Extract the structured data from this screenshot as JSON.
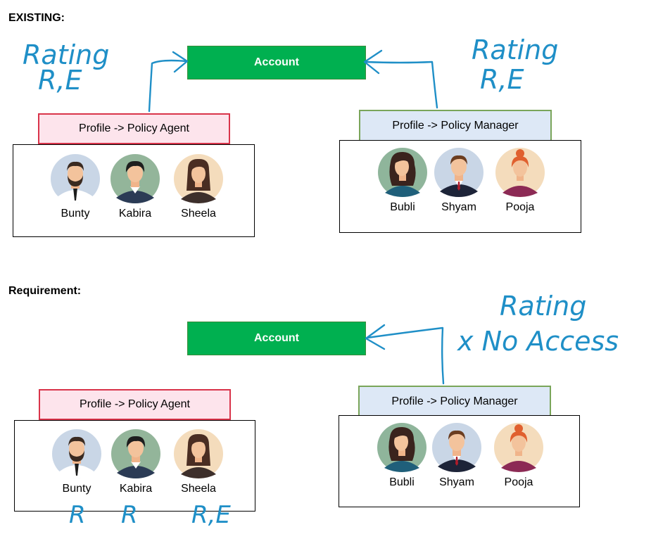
{
  "existing": {
    "title": "EXISTING:",
    "account_label": "Account",
    "agent_profile_label": "Profile -> Policy Agent",
    "manager_profile_label": "Profile -> Policy Manager",
    "agents": [
      "Bunty",
      "Kabira",
      "Sheela"
    ],
    "managers": [
      "Bubli",
      "Shyam",
      "Pooja"
    ],
    "agent_annotation": {
      "line1": "Rating",
      "line2": "R,E"
    },
    "manager_annotation": {
      "line1": "Rating",
      "line2": "R,E"
    }
  },
  "requirement": {
    "title": "Requirement:",
    "account_label": "Account",
    "agent_profile_label": "Profile -> Policy Agent",
    "manager_profile_label": "Profile -> Policy Manager",
    "agents": [
      "Bunty",
      "Kabira",
      "Sheela"
    ],
    "managers": [
      "Bubli",
      "Shyam",
      "Pooja"
    ],
    "manager_annotation": {
      "line1": "Rating",
      "line2": "x No Access"
    },
    "agent_access": [
      "R",
      "R",
      "R,E"
    ]
  },
  "colors": {
    "account_fill": "#00b050",
    "agent_profile_fill": "#fde4ec",
    "agent_profile_border": "#d9344a",
    "manager_profile_fill": "#dde8f6",
    "manager_profile_border": "#7aa55a",
    "annotation_ink": "#1f8fc7"
  }
}
